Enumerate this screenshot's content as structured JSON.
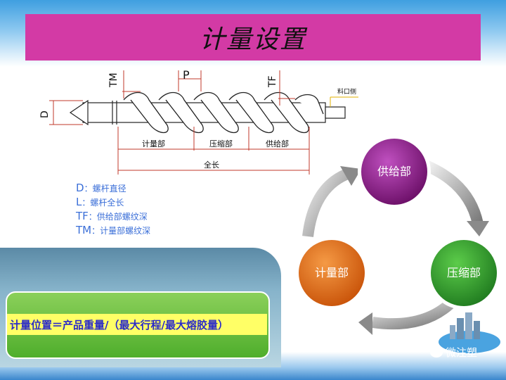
{
  "title": "计量设置",
  "screw_labels": {
    "tm": "TM",
    "p": "P",
    "tf": "TF",
    "d": "D",
    "material_side": "料口侧",
    "metering_zone": "计量部",
    "compression_zone": "压缩部",
    "feed_zone": "供给部",
    "full_length": "全长"
  },
  "legend": [
    {
      "key": "D",
      "text": "：螺杆直径"
    },
    {
      "key": "L",
      "text": "：螺杆全长"
    },
    {
      "key": "TF",
      "text": "：供给部螺纹深"
    },
    {
      "key": "TM",
      "text": "：计量部螺纹深"
    }
  ],
  "formula": "计量位置＝产品重量/（最大行程/最大熔胶量）",
  "cycle": {
    "feed": "供给部",
    "compression": "压缩部",
    "metering": "计量部"
  },
  "colors": {
    "title_bg": "#d33aa5",
    "feed": "#8a1a86",
    "compression": "#2f9a2f",
    "metering": "#e66f1c",
    "formula_bg": "#4fae2c",
    "formula_highlight": "#ffff66"
  },
  "watermark": "微注塑"
}
